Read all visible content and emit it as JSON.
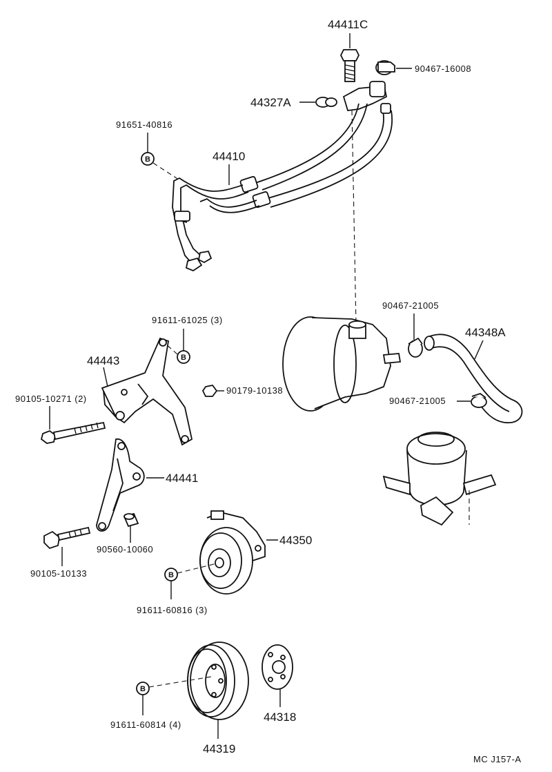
{
  "labels": {
    "p44411C": "44411C",
    "p90467_16008": "90467-16008",
    "p44327A": "44327A",
    "p91651_40816": "91651-40816",
    "p44410": "44410",
    "p91611_61025": "91611-61025 (3)",
    "p44443": "44443",
    "p90105_10271": "90105-10271 (2)",
    "p90179_10138": "90179-10138",
    "p90467_21005_a": "90467-21005",
    "p44348A": "44348A",
    "p90467_21005_b": "90467-21005",
    "p44441": "44441",
    "p90560_10060": "90560-10060",
    "p90105_10133": "90105-10133",
    "p44350": "44350",
    "p91611_60816": "91611-60816 (3)",
    "p91611_60814": "91611-60814 (4)",
    "p44318": "44318",
    "p44319": "44319"
  },
  "marker": "B",
  "code": "MC  J157-A"
}
